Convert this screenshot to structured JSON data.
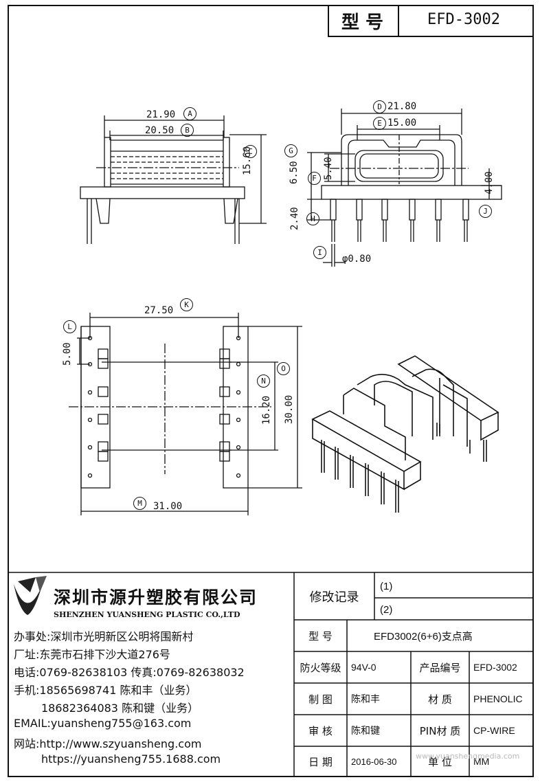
{
  "header": {
    "model_label": "型 号",
    "model_value": "EFD-3002"
  },
  "dimensions": {
    "A": {
      "value": "21.90",
      "letter": "A"
    },
    "B": {
      "value": "20.50",
      "letter": "B"
    },
    "C": {
      "letter": "C"
    },
    "C_value": "15.60",
    "D": {
      "value": "21.80",
      "letter": "D"
    },
    "E": {
      "value": "15.00",
      "letter": "E"
    },
    "F": {
      "value": "5.40",
      "letter": "F"
    },
    "G": {
      "value": "6.50",
      "letter": "G"
    },
    "H": {
      "value": "2.40",
      "letter": "H"
    },
    "I": {
      "value": "φ0.80",
      "letter": "I"
    },
    "J": {
      "value": "4.00",
      "letter": "J"
    },
    "K": {
      "value": "27.50",
      "letter": "K"
    },
    "L": {
      "value": "5.00",
      "letter": "L"
    },
    "M": {
      "value": "31.00",
      "letter": "M"
    },
    "N": {
      "value": "16.20",
      "letter": "N"
    },
    "O": {
      "value": "30.00",
      "letter": "O"
    }
  },
  "company": {
    "name_cn": "深圳市源升塑胶有限公司",
    "name_en": "SHENZHEN YUANSHENG PLASTIC CO.,LTD",
    "office": "办事处:深圳市光明新区公明将围新村",
    "factory": "厂址:东莞市石排下沙大道276号",
    "phone": "电话:0769-82638103 传真:0769-82638032",
    "mobile1": "手机:18565698741 陈和丰（业务）",
    "mobile2": "18682364083 陈和键（业务）",
    "email": "EMAIL:yuansheng755@163.com",
    "website": "网站:http://www.szyuansheng.com",
    "website2": "https://yuansheng755.1688.com"
  },
  "revision": {
    "label": "修改记录",
    "rev1": "(1)",
    "rev2": "(2)"
  },
  "info": {
    "model_label": "型  号",
    "model_value": "EFD3002(6+6)支点高",
    "fire_label": "防火等级",
    "fire_value": "94V-0",
    "product_no_label": "产品编号",
    "product_no_value": "EFD-3002",
    "draw_label": "制 图",
    "draw_value": "陈和丰",
    "material_label": "材 质",
    "material_value": "PHENOLIC",
    "review_label": "审 核",
    "review_value": "陈和键",
    "pin_label": "PIN材 质",
    "pin_value": "CP-WIRE",
    "date_label": "日 期",
    "date_value": "2016-06-30",
    "unit_label": "单 位",
    "unit_value": "MM"
  },
  "watermark": "www.yuanshengmedia.com"
}
